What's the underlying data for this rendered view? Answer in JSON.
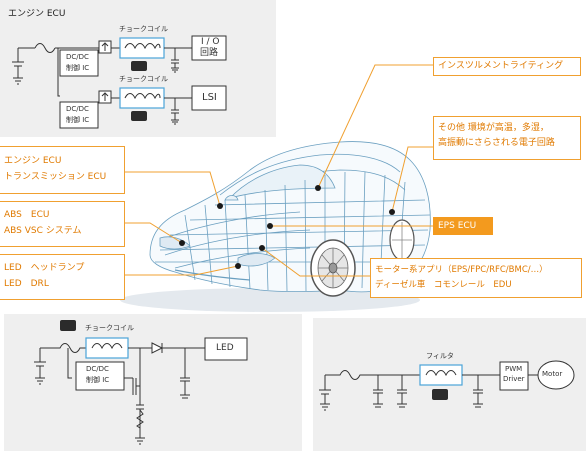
{
  "top_left_panel": {
    "title": "エンジン ECU",
    "dcdc_1": [
      "DC/DC",
      "制御 IC"
    ],
    "choke_1": "チョークコイル",
    "io_box": [
      "I / O",
      "回路"
    ],
    "dcdc_2": [
      "DC/DC",
      "制御 IC"
    ],
    "choke_2": "チョークコイル",
    "lsi_box": "LSI"
  },
  "callouts": {
    "instrument_lighting": "インスツルメントライティング",
    "harsh_env": [
      "その他 環境が高温，多湿，",
      "高振動にさらされる電子回路"
    ],
    "engine_trans": [
      "エンジン ECU",
      "トランスミッション ECU"
    ],
    "abs": [
      "ABS　ECU",
      "ABS VSC システム"
    ],
    "eps": "EPS ECU",
    "led": [
      "LED　ヘッドランプ",
      "LED　DRL"
    ],
    "motor": [
      "モーター系アプリ（EPS/FPC/RFC/BMC/…）",
      "ディーゼル車　コモンレール　EDU"
    ]
  },
  "bottom_left_panel": {
    "choke": "チョークコイル",
    "dcdc": [
      "DC/DC",
      "制御 IC"
    ],
    "led_box": "LED"
  },
  "bottom_right_panel": {
    "filter": "フィルタ",
    "pwm": [
      "PWM",
      "Driver"
    ],
    "motor": "Motor"
  },
  "colors": {
    "panel_bg": "#efefef",
    "callout_border": "#f0a030",
    "callout_text": "#e07a00",
    "callout_fill": "#f39a1e",
    "coil_highlight": "#4aa3d8",
    "car_wire": "#6a9fc0"
  }
}
